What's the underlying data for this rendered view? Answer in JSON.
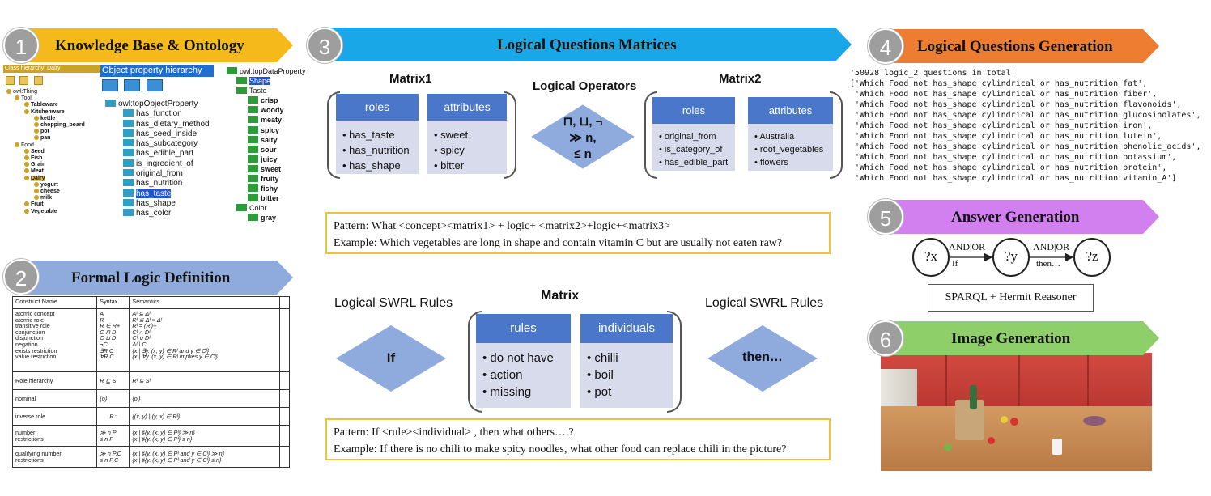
{
  "steps": [
    {
      "num": "1",
      "title": "Knowledge Base & Ontology",
      "color": "#f5b91c"
    },
    {
      "num": "2",
      "title": "Formal Logic Definition",
      "color": "#8faadc"
    },
    {
      "num": "3",
      "title": "Logical Questions Matrices",
      "color": "#1aa7e8"
    },
    {
      "num": "4",
      "title": "Logical Questions Generation",
      "color": "#ee7d32"
    },
    {
      "num": "5",
      "title": "Answer Generation",
      "color": "#d27fef"
    },
    {
      "num": "6",
      "title": "Image Generation",
      "color": "#8fcf6a"
    }
  ],
  "ontology": {
    "class_header": "Class hierarchy: Dairy",
    "class_tree": [
      "owl:Thing",
      "Tool",
      "Tableware",
      "Kitchenware",
      "kettle",
      "chopping_board",
      "pot",
      "pan",
      "Food",
      "Seed",
      "Fish",
      "Grain",
      "Meat",
      "Dairy",
      "yogurt",
      "cheese",
      "milk",
      "Fruit",
      "Vegetable"
    ],
    "object_header": "Object property hierarchy",
    "object_root": "owl:topObjectProperty",
    "object_props": [
      "has_function",
      "has_dietary_method",
      "has_seed_inside",
      "has_subcategory",
      "has_edible_part",
      "is_ingredient_of",
      "original_from",
      "has_nutrition",
      "has_taste",
      "has_shape",
      "has_color"
    ],
    "data_root": "owl:topDataProperty",
    "data_props": [
      "Shape",
      "Taste",
      "crisp",
      "woody",
      "meaty",
      "spicy",
      "salty",
      "sour",
      "juicy",
      "sweet",
      "fruity",
      "fishy",
      "bitter",
      "Color",
      "gray"
    ]
  },
  "formal_logic": {
    "headers": [
      "Construct Name",
      "Syntax",
      "Semantics"
    ],
    "group1_names": [
      "atomic concept",
      "atomic role",
      "transitive role",
      "conjunction",
      "disjunction",
      "negation",
      "exists restriction",
      "value restriction"
    ],
    "group1_syntax": [
      "A",
      "R",
      "R ∈ R+",
      "C ⊓ D",
      "C ⊔ D",
      "¬C",
      "∃R.C",
      "∀R.C"
    ],
    "group1_sem": [
      "Aᴵ ⊆ Δᴵ",
      "Rᴵ ⊆ Δᴵ × Δᴵ",
      "Rᴵ = (Rᴵ)+",
      "Cᴵ ∩ Dᴵ",
      "Cᴵ ∪ Dᴵ",
      "Δᴵ \\ Cᴵ",
      "{x | ∃y. (x, y) ∈ Rᴵ and y ∈ Cᴵ}",
      "{x | ∀y. (x, y) ∈ Rᴵ implies y ∈ Cᴵ}"
    ],
    "rows": [
      {
        "name": "Role hierarchy",
        "syntax": "R ⊑ S",
        "sem": "Rᴵ ⊆ Sᴵ"
      },
      {
        "name": "nominal",
        "syntax": "{o}",
        "sem": "{oᴵ}"
      },
      {
        "name": "inverse role",
        "syntax": "R⁻",
        "sem": "{(x, y) | (y, x) ∈ Rᴵ}"
      }
    ],
    "number": {
      "name": [
        "number",
        "restrictions"
      ],
      "syntax": [
        "≫ n P",
        "≤ n P"
      ],
      "sem": [
        "{x | ♯{y. (x, y) ∈ Pᴵ} ≫ n}",
        "{x | ♯{y. (x, y) ∈ Pᴵ} ≤ n}"
      ]
    },
    "qualifying": {
      "name": [
        "qualifying number",
        "restrictions"
      ],
      "syntax": [
        "≫ n P.C",
        "≤ n P.C"
      ],
      "sem": [
        "{x | ♯{y. (x, y) ∈ Pᴵ and y ∈ Cᴵ} ≫ n}",
        "{x | ♯{y. (x, y) ∈ Pᴵ and y ∈ Cᴵ} ≤ n}"
      ]
    }
  },
  "matrices": {
    "matrix1": {
      "title": "Matrix1",
      "col1": "roles",
      "col1_items": [
        "has_taste",
        "has_nutrition",
        "has_shape"
      ],
      "col2": "attributes",
      "col2_items": [
        "sweet",
        "spicy",
        "bitter"
      ]
    },
    "operators": {
      "title": "Logical Operators",
      "line1": "⊓, ⊔, ¬",
      "line2": "≫ n,",
      "line3": "≤ n"
    },
    "matrix2": {
      "title": "Matrix2",
      "col1": "roles",
      "col1_items": [
        "original_from",
        "is_category_of",
        "has_edible_part"
      ],
      "col2": "attributes",
      "col2_items": [
        "Australia",
        "root_vegetables",
        "flowers"
      ]
    },
    "pattern1": {
      "pattern": "Pattern: What <concept><matrix1> + logic+ <matrix2>+logic+<matrix3>",
      "example": "Example: Which vegetables are long in shape and contain vitamin C but are usually not eaten raw?"
    },
    "swrl_left": "Logical SWRL Rules",
    "swrl_right": "Logical SWRL Rules",
    "if_label": "If",
    "then_label": "then…",
    "matrix3": {
      "title": "Matrix",
      "col1": "rules",
      "col1_items": [
        "do not have",
        "action",
        "missing"
      ],
      "col2": "individuals",
      "col2_items": [
        "chilli",
        "boil",
        "pot"
      ]
    },
    "pattern2": {
      "pattern": "Pattern: If <rule><individual> , then what others….?",
      "example": "Example: If there is no chili to make spicy noodles, what other food can replace chili in the picture?"
    }
  },
  "generation": {
    "count_line": "'50928 logic_2 questions in total'",
    "questions": [
      "['Which Food not has_shape cylindrical or has_nutrition fat',",
      " 'Which Food not has_shape cylindrical or has_nutrition fiber',",
      " 'Which Food not has_shape cylindrical or has_nutrition flavonoids',",
      " 'Which Food not has_shape cylindrical or has_nutrition glucosinolates',",
      " 'Which Food not has_shape cylindrical or has_nutrition iron',",
      " 'Which Food not has_shape cylindrical or has_nutrition lutein',",
      " 'Which Food not has_shape cylindrical or has_nutrition phenolic_acids',",
      " 'Which Food not has_shape cylindrical or has_nutrition potassium',",
      " 'Which Food not has_shape cylindrical or has_nutrition protein',",
      " 'Which Food not has_shape cylindrical or has_nutrition vitamin_A']"
    ]
  },
  "answer": {
    "node_x": "?x",
    "node_y": "?y",
    "node_z": "?z",
    "edge1_top": "AND|OR",
    "edge1_bottom": "If",
    "edge2_top": "AND|OR",
    "edge2_bottom": "then…",
    "engine": "SPARQL + Hermit Reasoner"
  }
}
